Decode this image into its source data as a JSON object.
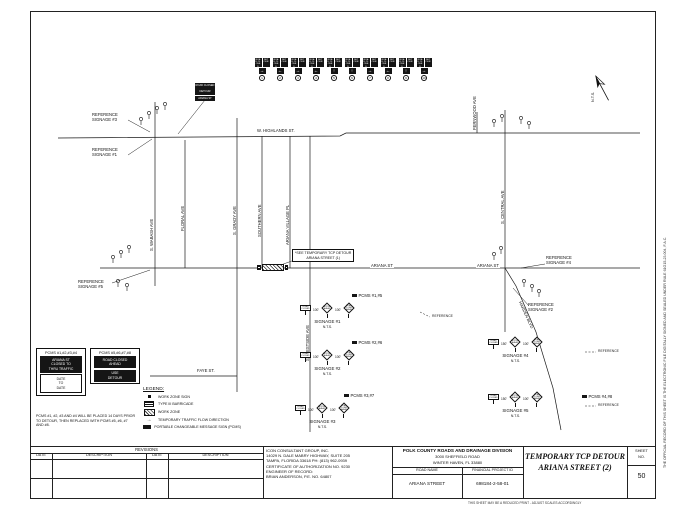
{
  "sheet": {
    "label": "SHEET",
    "no_label": "NO.",
    "number": "50"
  },
  "title_block": {
    "title1": "TEMPORARY TCP DETOUR",
    "title2": "ARIANA STREET (2)",
    "agency1": "POLK COUNTY ROADS AND DRAINAGE DIVISION",
    "agency2": "3000 SHEFFIELD ROAD",
    "agency3": "WINTER HAVEN, FL 33880",
    "road_name_label": "ROAD NAME",
    "road_name": "ARIANA STREET",
    "fpid_label": "FINANCIAL PROJECT ID",
    "fpid": "698184-2-58-01",
    "revisions_title": "REVISIONS",
    "rev_col_date": "DATE",
    "rev_col_desc": "DESCRIPTION",
    "consultant": [
      "ICON CONSULTANT GROUP, INC.",
      "14029 N. DALE MABRY HIGHWAY, SUITE 205",
      "TAMPA, FLORIDA 33618   PH: (813) 962-0939",
      "CERTIFICATE OF AUTHORIZATION NO. 9230",
      "ENGINEER OF RECORD:",
      "BRIAN ANDERSON, P.E. NO. 64807"
    ]
  },
  "margins": {
    "right_note": "THE OFFICIAL RECORD OF THIS SHEET IS THE ELECTRONIC FILE DIGITALLY SIGNED AND SEALED UNDER RULE 61G15-23.004, F.A.C.",
    "bottom_note": "THIS SHEET MAY BE A REDUCED PRINT - ADJUST SCALES ACCORDINGLY",
    "nts": "N.T.S."
  },
  "streets": [
    "W. HIGHLANDS ST.",
    "ARIANA ST",
    "S. WABASH AVE",
    "FLORAL AVE",
    "S. GRADY AVE",
    "SOUTHERN AVE",
    "ARIANA VILLAGE PL",
    "S. WESTSIDE AVE",
    "FAYE ST.",
    "FERNWOOD AVE",
    "S. CENTRAL AVE",
    "HARDEN BLVD"
  ],
  "note_box": {
    "line1": "*SEE TEMPORARY TCP DETOUR",
    "line2": "ARIANA STREET (1)"
  },
  "references": [
    {
      "line1": "REFERENCE",
      "line2": "SIGNAGE #3"
    },
    {
      "line1": "REFERENCE",
      "line2": "SIGNAGE #1"
    },
    {
      "line1": "REFERENCE",
      "line2": "SIGNAGE #5"
    },
    {
      "line1": "REFERENCE",
      "line2": "SIGNAGE #4"
    },
    {
      "line1": "REFERENCE",
      "line2": "SIGNAGE #2"
    }
  ],
  "reference_tag": "REFERENCE",
  "top_row": {
    "plate_a": "ROAD CLOSED",
    "plate_b": "DETOUR",
    "items": [
      {
        "no": "1",
        "arrow": "→"
      },
      {
        "no": "2",
        "arrow": "←"
      },
      {
        "no": "3",
        "arrow": "→"
      },
      {
        "no": "4",
        "arrow": "←"
      },
      {
        "no": "5",
        "arrow": "↑"
      },
      {
        "no": "6",
        "arrow": "↑"
      },
      {
        "no": "7",
        "arrow": "→"
      },
      {
        "no": "8",
        "arrow": "←"
      },
      {
        "no": "9",
        "arrow": "↑"
      },
      {
        "no": "10",
        "arrow": "→"
      }
    ]
  },
  "detour_stack": [
    "ROAD CLOSED",
    "DETOUR",
    "ARIANA ST"
  ],
  "sign_texts": {
    "road_closed": "ROAD CLOSED",
    "detour_ahead": "DETOUR AHEAD",
    "road_closed_ahead": "ROAD CLOSED AHEAD",
    "dist_100": "100'",
    "dist_150": "150'"
  },
  "signage": [
    {
      "label": "SIGNAGE #1",
      "nts": "N.T.S."
    },
    {
      "label": "SIGNAGE #2",
      "nts": "N.T.S."
    },
    {
      "label": "SIGNAGE #3",
      "nts": "N.T.S."
    },
    {
      "label": "SIGNAGE #4",
      "nts": "N.T.S."
    },
    {
      "label": "SIGNAGE #5",
      "nts": "N.T.S."
    }
  ],
  "pcms_tags": [
    "PCMS #1,#5",
    "PCMS #2,#6",
    "PCMS #3,#7",
    "PCMS #4,#8"
  ],
  "pcms_boxes": [
    {
      "title": "PCMS #1,#2,#3,#4",
      "s1l1": "ARIANA ST",
      "s1l2": "CLOSED TO",
      "s1l3": "THRU TRAFFIC",
      "s2l1": "DATE",
      "s2l2": "TO",
      "s2l3": "DATE"
    },
    {
      "title": "PCMS #5,#6,#7,#8",
      "s1l1": "ROAD CLOSED",
      "s1l2": "AHEAD",
      "s1l3": "",
      "s2l1": "USE",
      "s2l2": "DETOUR",
      "s2l3": ""
    }
  ],
  "pcms_note": "PCMS #1, #2, #3 AND #4 WILL BE PLACED 14 DAYS PRIOR TO DETOUR, THEN REPLACED WITH PCMS #5, #6, #7 AND #8.",
  "legend": {
    "title": "LEGEND:",
    "items": [
      "WORK ZONE SIGN",
      "TYPE III BARRICADE",
      "WORK ZONE",
      "TEMPORARY TRAFFIC FLOW DIRECTION",
      "PORTABLE CHANGEABLE MESSAGE SIGN (PCMS)"
    ]
  }
}
